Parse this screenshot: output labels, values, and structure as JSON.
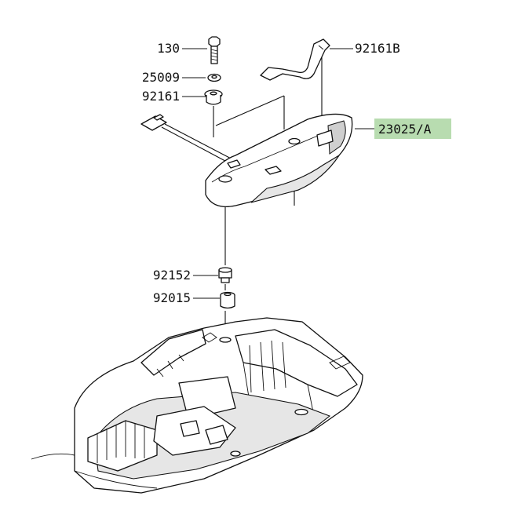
{
  "callouts": [
    {
      "id": "130",
      "text": "130"
    },
    {
      "id": "92161B",
      "text": "92161B"
    },
    {
      "id": "25009",
      "text": "25009"
    },
    {
      "id": "92161",
      "text": "92161"
    },
    {
      "id": "23025A",
      "text": "23025/A",
      "highlight": "#b8dcb0"
    },
    {
      "id": "92152",
      "text": "92152"
    },
    {
      "id": "92015",
      "text": "92015"
    }
  ],
  "colors": {
    "line": "#111111",
    "highlight": "#b8dcb0",
    "shade": "#e6e6e6"
  }
}
